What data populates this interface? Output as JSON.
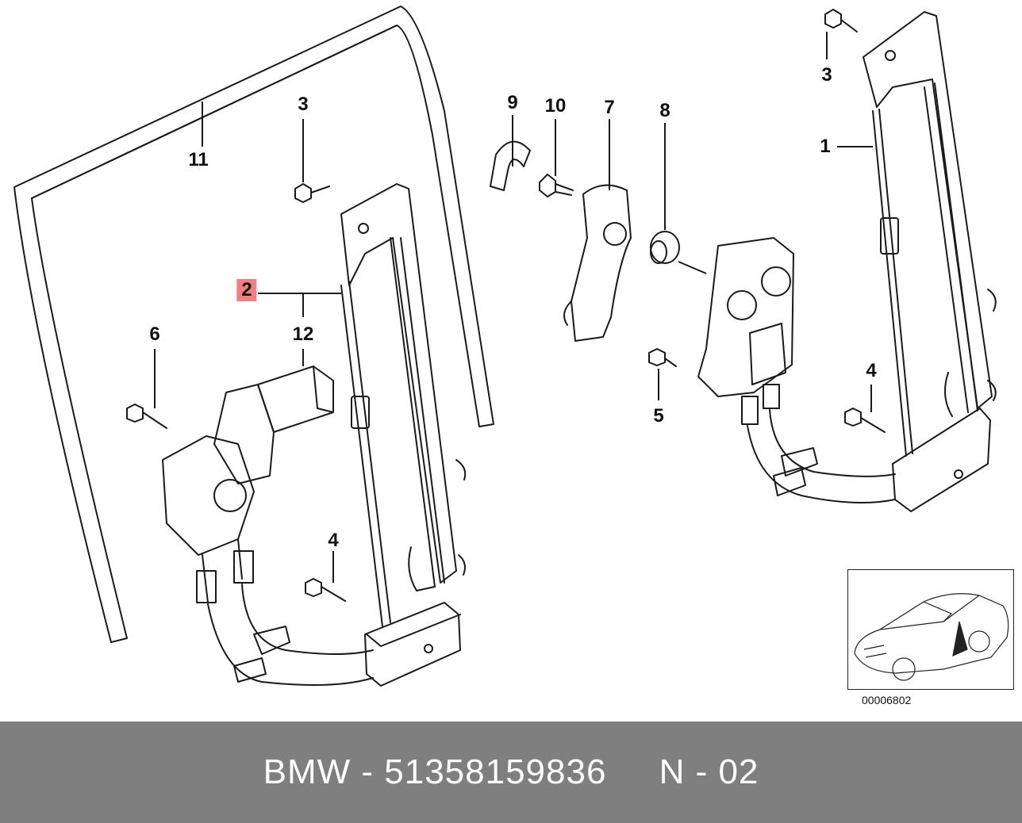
{
  "callouts": {
    "n1": "1",
    "n2": "2",
    "n3a": "3",
    "n3b": "3",
    "n4a": "4",
    "n4b": "4",
    "n5": "5",
    "n6": "6",
    "n7": "7",
    "n8": "8",
    "n9": "9",
    "n10": "10",
    "n11": "11",
    "n12": "12"
  },
  "highlight_color": "#f08080",
  "inset": {
    "code": "00006802"
  },
  "footer": {
    "brand": "BMW",
    "separator": " - ",
    "part_number": "51358159836",
    "gap": "     ",
    "revision": "N - 02"
  },
  "colors": {
    "footer_bg": "#7f7f7f",
    "line": "#1a1a1a"
  }
}
